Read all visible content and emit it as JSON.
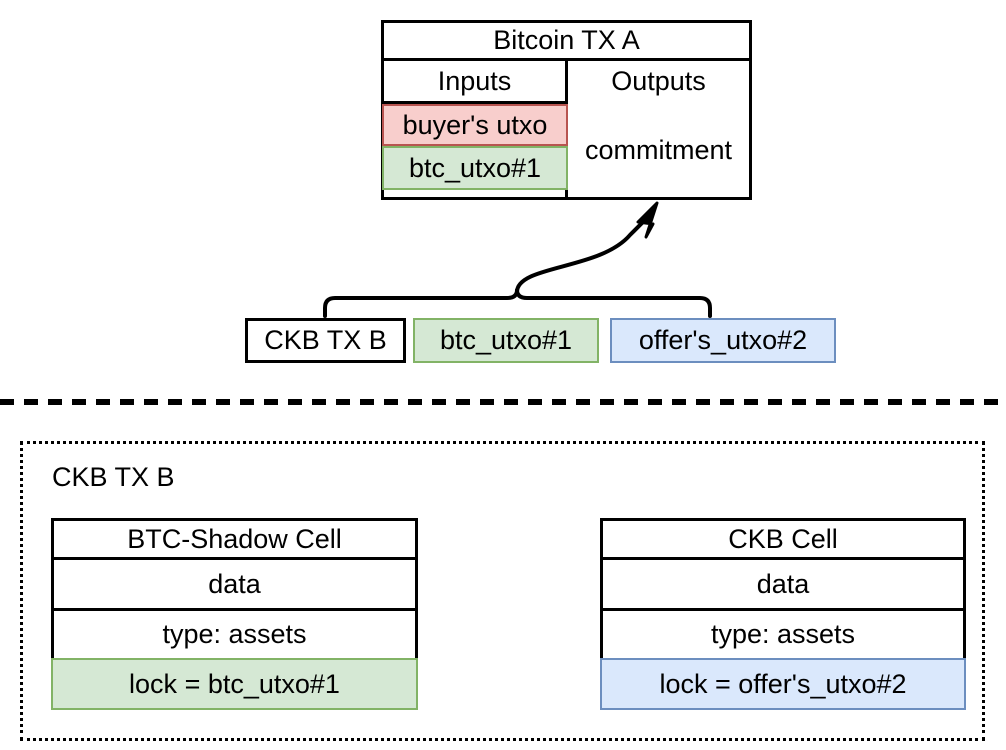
{
  "diagram": {
    "colors": {
      "pink_fill": "#f8cecc",
      "pink_stroke": "#b85450",
      "green_fill": "#d5e8d4",
      "green_stroke": "#82b366",
      "blue_fill": "#dae8fc",
      "blue_stroke": "#6c8ebf",
      "line": "#000000",
      "background": "#ffffff"
    },
    "top_section": {
      "bitcoin_tx": {
        "title": "Bitcoin TX A",
        "columns": [
          "Inputs",
          "Outputs"
        ],
        "inputs": [
          {
            "label": "buyer's utxo",
            "highlight": "pink"
          },
          {
            "label": "btc_utxo#1",
            "highlight": "green"
          }
        ],
        "outputs": [
          {
            "label": "commitment",
            "highlight": "none"
          }
        ]
      },
      "ckb_tx_strip": {
        "name": "CKB TX B",
        "items": [
          {
            "label": "btc_utxo#1",
            "highlight": "green"
          },
          {
            "label": "offer's_utxo#2",
            "highlight": "blue"
          }
        ]
      },
      "connector": {
        "kind": "curved-arrow",
        "from": "ckb-tx-b-brace",
        "to": "bitcoin-tx-a-commitment"
      }
    },
    "divider": {
      "style": "dashed"
    },
    "bottom_section": {
      "panel_label": "CKB TX B",
      "panel_border_style": "dotted",
      "transition_arrow": "right-block-arrow",
      "cells": [
        {
          "title": "BTC-Shadow Cell",
          "rows": [
            {
              "label": "data",
              "highlight": "none"
            },
            {
              "label": "type: assets",
              "highlight": "none"
            },
            {
              "label": "lock = btc_utxo#1",
              "highlight": "green"
            }
          ]
        },
        {
          "title": "CKB Cell",
          "rows": [
            {
              "label": "data",
              "highlight": "none"
            },
            {
              "label": "type: assets",
              "highlight": "none"
            },
            {
              "label": "lock = offer's_utxo#2",
              "highlight": "blue"
            }
          ]
        }
      ]
    }
  }
}
